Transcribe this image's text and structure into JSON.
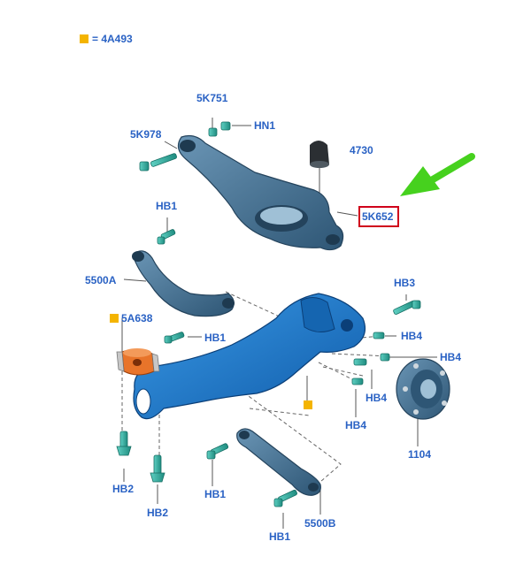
{
  "colors": {
    "label": "#2a62c4",
    "part_blue": "#1a73c8",
    "part_dark": "#3b6a8a",
    "fastener": "#2aa79b",
    "bushing": "#e8742a",
    "marker": "#f4b400",
    "highlight": "#d0021b",
    "arrow": "#46d11e",
    "leader": "#555555"
  },
  "legend": {
    "symbol_meaning": "= 4A493"
  },
  "labels": {
    "5K751": "5K751",
    "HN1": "HN1",
    "5K978": "5K978",
    "4730": "4730",
    "5K652": "5K652",
    "HB1_a": "HB1",
    "5500A": "5500A",
    "HB3": "HB3",
    "5A638": "5A638",
    "HB1_b": "HB1",
    "HB4_a": "HB4",
    "HB4_b": "HB4",
    "HB4_c": "HB4",
    "HB4_d": "HB4",
    "1104": "1104",
    "HB2_a": "HB2",
    "HB2_b": "HB2",
    "HB1_c": "HB1",
    "HB1_d": "HB1",
    "5500B": "5500B"
  }
}
